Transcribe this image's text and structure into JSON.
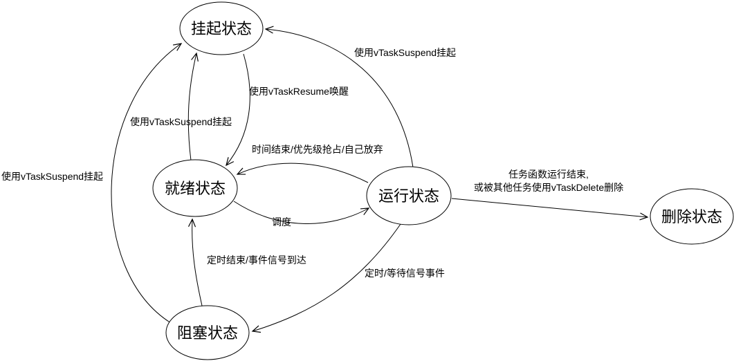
{
  "diagram": {
    "type": "state-diagram",
    "colors": {
      "background": "#ffffff",
      "node_fill": "#ffffff",
      "stroke": "#000000",
      "text": "#000000"
    },
    "nodes": [
      {
        "id": "suspended",
        "label": "挂起状态"
      },
      {
        "id": "ready",
        "label": "就绪状态"
      },
      {
        "id": "running",
        "label": "运行状态"
      },
      {
        "id": "deleted",
        "label": "删除状态"
      },
      {
        "id": "blocked",
        "label": "阻塞状态"
      }
    ],
    "edges": [
      {
        "from": "blocked",
        "to": "suspended",
        "label": "使用vTaskSuspend挂起"
      },
      {
        "from": "ready",
        "to": "suspended",
        "label": "使用vTaskSuspend挂起"
      },
      {
        "from": "suspended",
        "to": "ready",
        "label": "使用vTaskResume唤醒"
      },
      {
        "from": "running",
        "to": "suspended",
        "label": "使用vTaskSuspend挂起"
      },
      {
        "from": "running",
        "to": "ready",
        "label": "时间结束/优先级抢占/自己放弃"
      },
      {
        "from": "ready",
        "to": "running",
        "label": "调度"
      },
      {
        "from": "running",
        "to": "deleted",
        "label_lines": [
          "任务函数运行结束,",
          "或被其他任务使用vTaskDelete删除"
        ]
      },
      {
        "from": "blocked",
        "to": "ready",
        "label": "定时结束/事件信号到达"
      },
      {
        "from": "running",
        "to": "blocked",
        "label": "定时/等待信号事件"
      }
    ]
  }
}
